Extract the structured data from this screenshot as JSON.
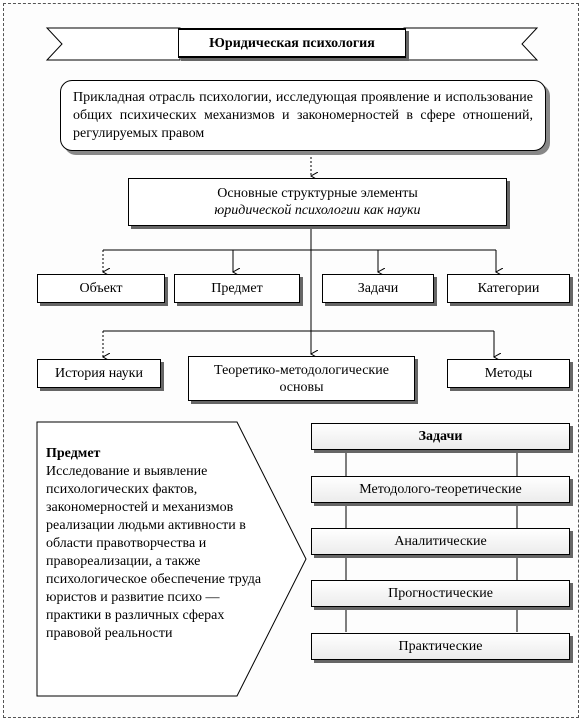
{
  "title": "Юридическая психология",
  "definition": "Прикладная отрасль психологии, исследующая проявление и использование общих психических механизмов и закономерностей в сфере отношений, регулируемых правом",
  "structure": {
    "line1": "Основные структурные элементы",
    "line2": "юридической психологии как науки"
  },
  "elements_row1": [
    "Объект",
    "Предмет",
    "Задачи",
    "Категории"
  ],
  "elements_row2": [
    "История науки",
    "Теоретико-методологические основы",
    "Методы"
  ],
  "subject_heading": "Предмет",
  "subject_text": "Исследование и выявление психологических фактов, закономерностей и механизмов реализации людьми активности в области правотворчества и правореализации, а также психологическое обеспечение труда юристов и развитие психо — практики в различных сферах правовой реальности",
  "tasks_heading": "Задачи",
  "tasks": [
    "Методолого-теоретические",
    "Аналитические",
    "Прогностические",
    "Практические"
  ]
}
